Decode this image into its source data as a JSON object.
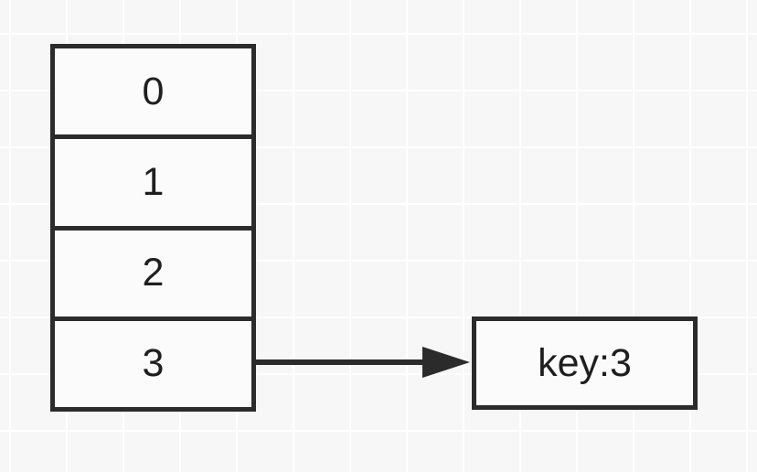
{
  "diagram": {
    "title": "hash-bucket-array-with-chained-node",
    "background_color": "#f7f7f7",
    "grid_line_color": "#ffffff",
    "stroke_color": "#2b2b2b",
    "fill_color": "#fbfbfb",
    "text_color": "#1f1f1f",
    "bucket_array": {
      "name": "bucket-array",
      "cells": [
        {
          "label": "0"
        },
        {
          "label": "1"
        },
        {
          "label": "2"
        },
        {
          "label": "3"
        }
      ]
    },
    "connectors": [
      {
        "name": "bucket3-to-key-node",
        "from": "3",
        "to": "key:3",
        "style": "solid-arrow"
      }
    ],
    "nodes": [
      {
        "name": "key-node",
        "label": "key:3"
      }
    ]
  }
}
